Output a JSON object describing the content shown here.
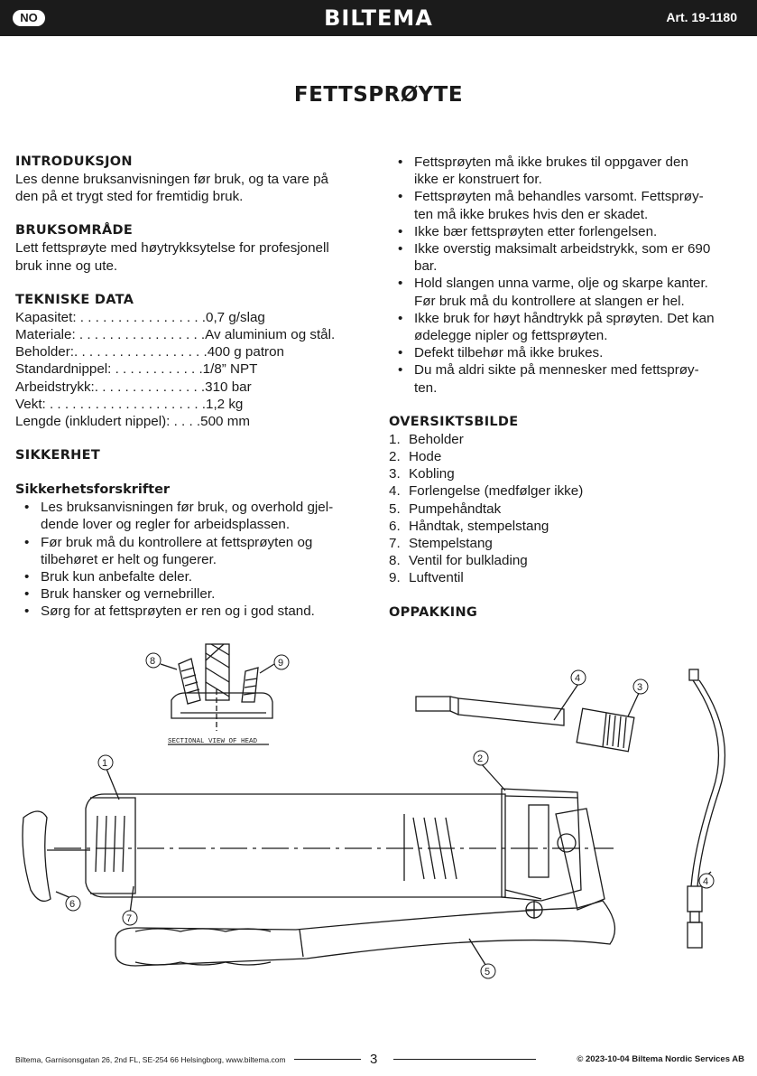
{
  "header": {
    "lang": "NO",
    "brand": "BILTEMA",
    "article": "Art. 19-1180"
  },
  "title": "FETTSPRØYTE",
  "intro": {
    "heading": "INTRODUKSJON",
    "lines": [
      "Les denne bruksanvisningen før bruk, og ta vare på",
      "den på et trygt sted for fremtidig bruk."
    ]
  },
  "usage": {
    "heading": "BRUKSOMRÅDE",
    "lines": [
      "Lett fettsprøyte med høytrykksytelse for profesjonell",
      "bruk inne og ute."
    ]
  },
  "tech": {
    "heading": "TEKNISKE DATA",
    "rows": [
      "Kapasitet: . . . . . . . . . . . . . . . . .0,7 g/slag",
      "Materiale: . . . . . . . . . . . . . . . . .Av aluminium og stål.",
      "Beholder:. . . . . . . . . . . . . . . . . .400 g patron",
      "Standardnippel: . . . . . . . . . . . .1/8” NPT",
      "Arbeidstrykk:. . . . . . . . . . . . . . .310 bar",
      "Vekt: . . . . . . . . . . . . . . . . . . . . .1,2 kg",
      "Lengde (inkludert nippel): . . . .500 mm"
    ]
  },
  "safety": {
    "heading": "SIKKERHET",
    "subheading": "Sikkerhetsforskrifter",
    "left_bullets": [
      [
        "Les bruksanvisningen før bruk, og overhold gjel-",
        "dende lover og regler for arbeidsplassen."
      ],
      [
        "Før bruk må du kontrollere at fettsprøyten og",
        "tilbehøret er helt og fungerer."
      ],
      [
        "Bruk kun anbefalte deler."
      ],
      [
        "Bruk hansker og vernebriller."
      ],
      [
        "Sørg for at fettsprøyten er ren og i god stand."
      ]
    ],
    "right_bullets": [
      [
        "Fettsprøyten må ikke brukes til oppgaver den",
        "ikke er konstruert for."
      ],
      [
        "Fettsprøyten må behandles varsomt. Fettsprøy-",
        "ten må ikke brukes hvis den er skadet."
      ],
      [
        "Ikke bær fettsprøyten etter forlengelsen."
      ],
      [
        "Ikke overstig maksimalt arbeidstrykk, som er 690",
        "bar."
      ],
      [
        "Hold slangen unna varme, olje og skarpe kanter.",
        "Før bruk må du kontrollere at slangen er hel."
      ],
      [
        "Ikke bruk for høyt håndtrykk på sprøyten. Det kan",
        "ødelegge nipler og fettsprøyten."
      ],
      [
        "Defekt tilbehør må ikke brukes."
      ],
      [
        "Du må aldri sikte på mennesker med fettsprøy-",
        "ten."
      ]
    ]
  },
  "overview": {
    "heading": "OVERSIKTSBILDE",
    "items": [
      {
        "n": "1.",
        "label": "Beholder"
      },
      {
        "n": "2.",
        "label": "Hode"
      },
      {
        "n": "3.",
        "label": "Kobling"
      },
      {
        "n": "4.",
        "label": "Forlengelse (medfølger ikke)"
      },
      {
        "n": "5.",
        "label": "Pumpehåndtak"
      },
      {
        "n": "6.",
        "label": "Håndtak, stempelstang"
      },
      {
        "n": "7.",
        "label": "Stempelstang"
      },
      {
        "n": "8.",
        "label": "Ventil for bulklading"
      },
      {
        "n": "9.",
        "label": "Luftventil"
      }
    ]
  },
  "unpacking": {
    "heading": "OPPAKKING"
  },
  "illustration": {
    "caption": "SECTIONAL VIEW OF HEAD",
    "callouts": [
      "1",
      "2",
      "3",
      "4",
      "4",
      "5",
      "6",
      "7",
      "8",
      "9"
    ]
  },
  "footer": {
    "address": "Biltema, Garnisonsgatan 26, 2nd FL, SE-254 66 Helsingborg, www.biltema.com",
    "page": "3",
    "copyright": "© 2023-10-04 Biltema Nordic Services AB"
  }
}
